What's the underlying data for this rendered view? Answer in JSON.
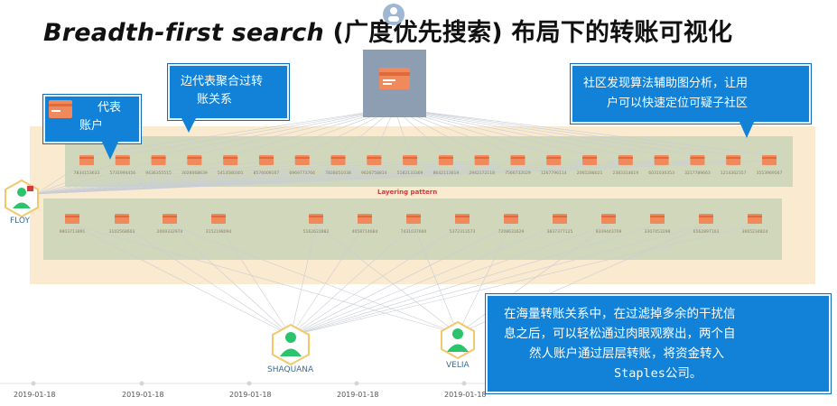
{
  "title": {
    "en": "Breadth-first search",
    "zh": "(广度优先搜索) 布局下的转账可视化"
  },
  "graph": {
    "pattern_label": "Layering pattern",
    "nodes": [
      {
        "label": "FLOY"
      },
      {
        "label": "SHAQUANA"
      },
      {
        "label": "VELIA"
      }
    ],
    "account_row1": [
      "7834153633",
      "5731994456",
      "9436355515",
      "3028068639",
      "5413580301",
      "8576009167",
      "6969773766",
      "7838051038",
      "9626758814",
      "5182133369",
      "8642113619",
      "2942172118",
      "7566732029",
      "1267796114",
      "2065288021",
      "2383314619",
      "6031030353",
      "3217789663",
      "1214362357",
      "3553969567"
    ],
    "account_row2": [
      "9803713891",
      "3102568603",
      "2069332974",
      "3152198094",
      "5162622882",
      "4058714684",
      "7431037660",
      "5372313573",
      "7208631629",
      "3837377125",
      "9339443709",
      "3307453298",
      "6562897103",
      "3665234824"
    ]
  },
  "callouts": {
    "account": {
      "line1": "代表",
      "line2": "账户"
    },
    "edges": {
      "line1": "边代表聚合过转",
      "line2": "账关系"
    },
    "community": {
      "line1": "社区发现算法辅助图分析，让用",
      "line2": "户可以快速定位可疑子社区"
    },
    "summary": {
      "line1": "在海量转账关系中，在过滤掉多余的干扰信",
      "line2": "息之后，可以轻松通过肉眼观察出，两个自",
      "line3": "然人账户通过层层转账，将资金转入",
      "line4": "Staples公司。"
    }
  },
  "timeline": {
    "dates": [
      "2019-01-18",
      "2019-01-18",
      "2019-01-18",
      "2019-01-18",
      "2019-01-18"
    ]
  },
  "colors": {
    "callout_blue": "#1182d8",
    "account_orange": "#f08a5d",
    "person_green": "#2bc36b",
    "band": "#f8e6c8",
    "row": "#c9d3b6",
    "pattern_red": "#d23b3b"
  },
  "icons": {
    "account": "bank-card-icon",
    "person": "user-icon",
    "company": "company-icon"
  }
}
